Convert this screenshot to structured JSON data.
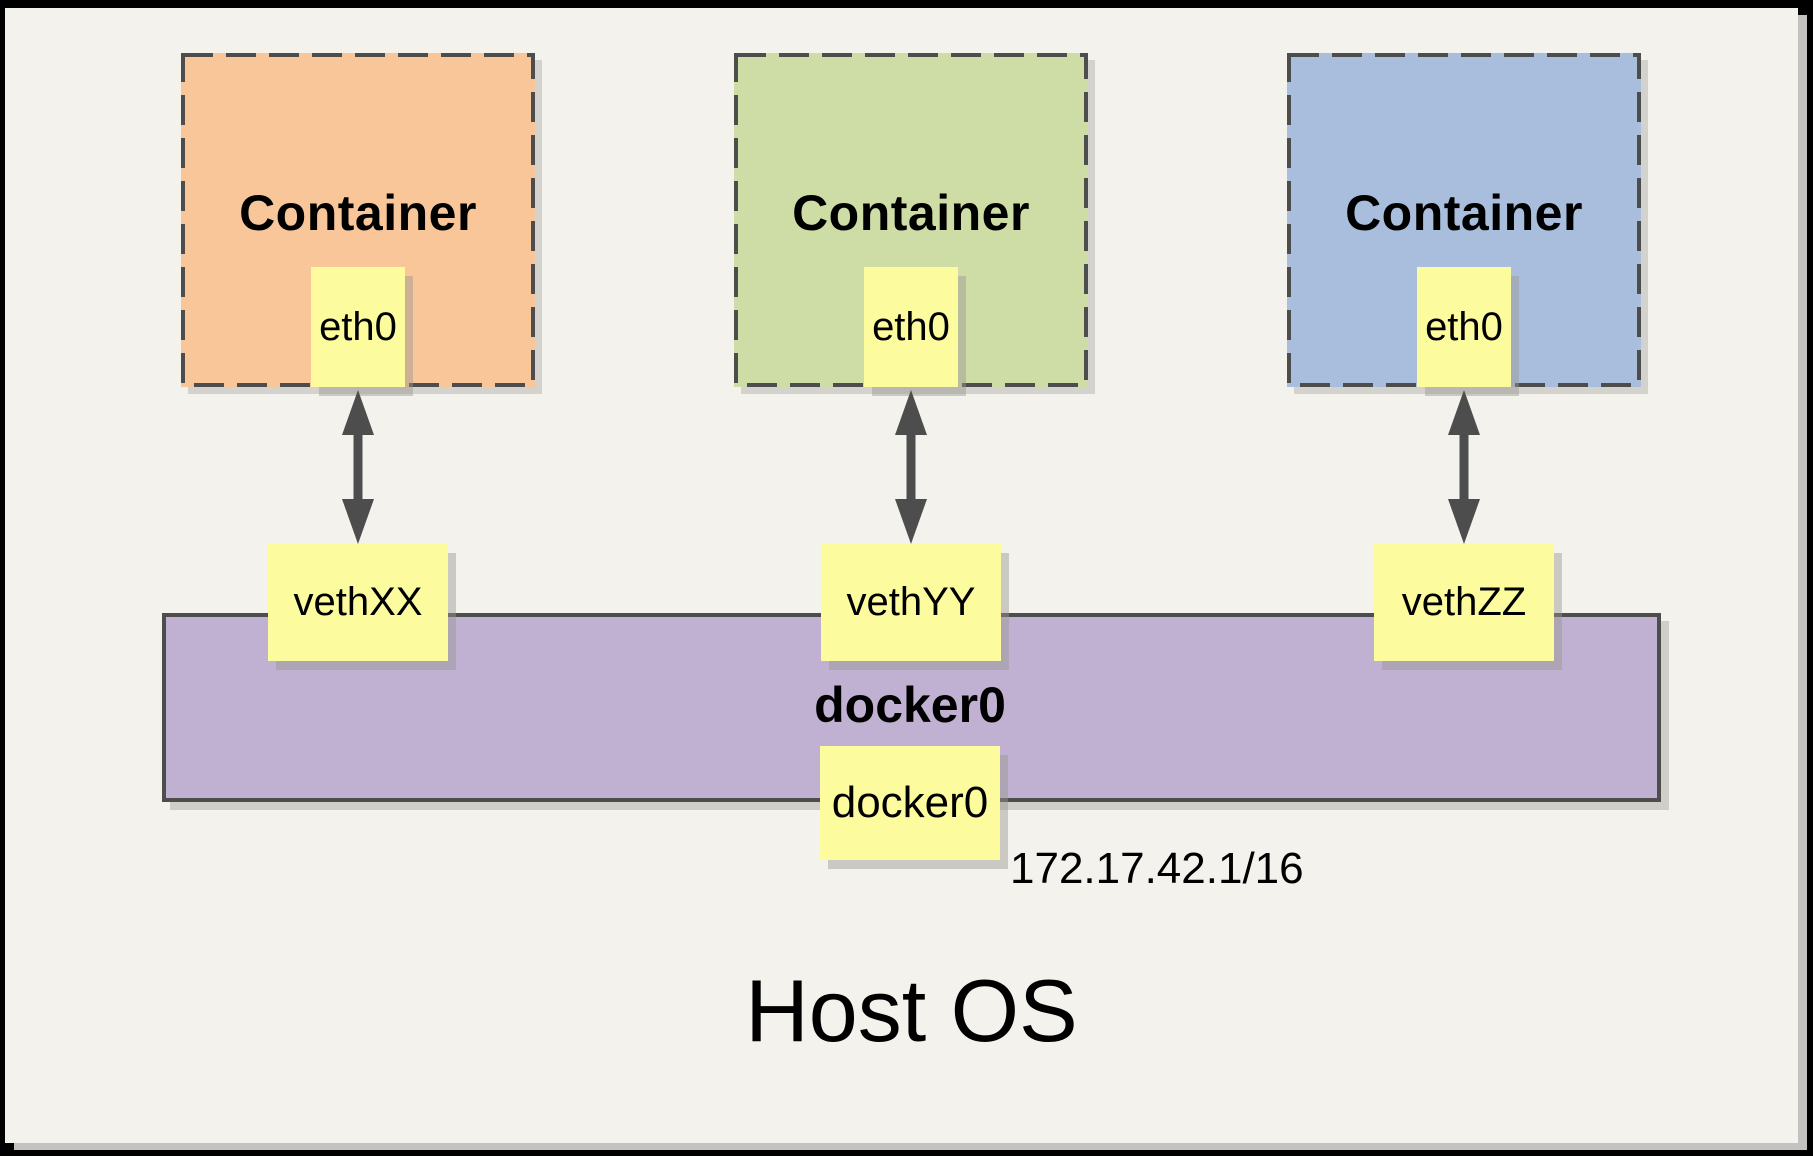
{
  "colors": {
    "background": "#f4f2ed",
    "frame": "#000000",
    "container_orange": "#f9c69a",
    "container_green": "#cedca6",
    "container_blue": "#a9bedd",
    "note_yellow": "#fcfc9e",
    "bridge_purple": "#c0b1d2",
    "line_gray": "#4d4d4d"
  },
  "containers": [
    {
      "label": "Container",
      "interface": "eth0"
    },
    {
      "label": "Container",
      "interface": "eth0"
    },
    {
      "label": "Container",
      "interface": "eth0"
    }
  ],
  "veth": [
    "vethXX",
    "vethYY",
    "vethZZ"
  ],
  "bridge": {
    "label": "docker0",
    "interface_box": "docker0",
    "ip": "172.17.42.1/16"
  },
  "host": {
    "label": "Host OS"
  }
}
